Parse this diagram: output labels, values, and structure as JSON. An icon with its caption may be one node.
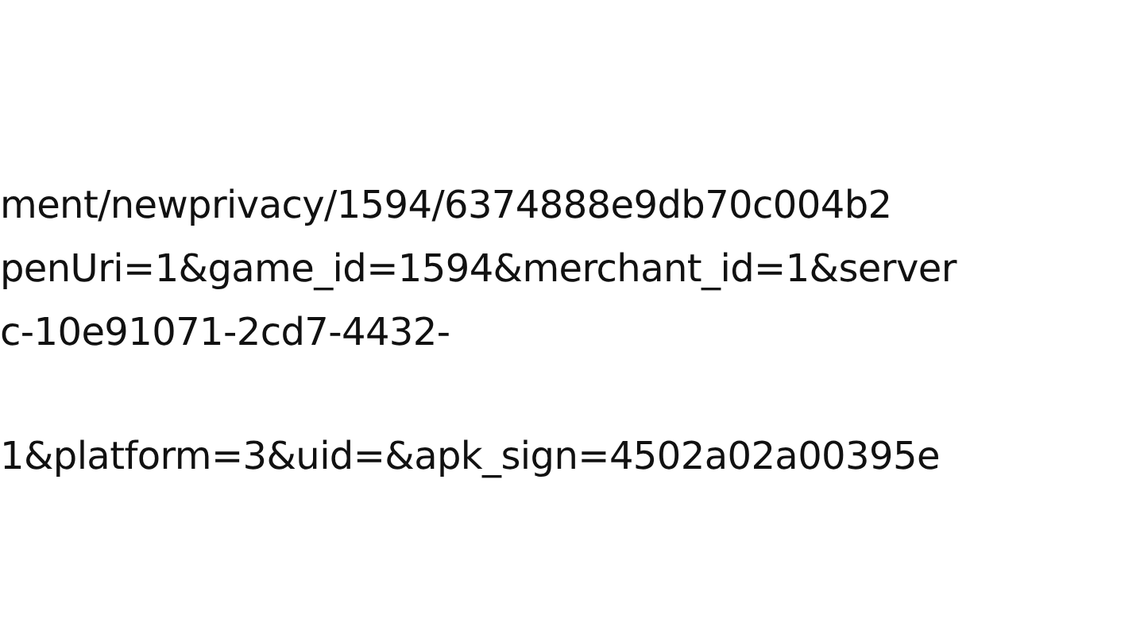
{
  "diagram": {
    "labels": [
      "ment/newprivacy/1594/6374888e9db70c004b2",
      "penUri=1&game_id=1594&merchant_id=1&server",
      "c-10e91071-2cd7-4432-",
      "1&platform=3&uid=&apk_sign=4502a02a00395e"
    ]
  }
}
